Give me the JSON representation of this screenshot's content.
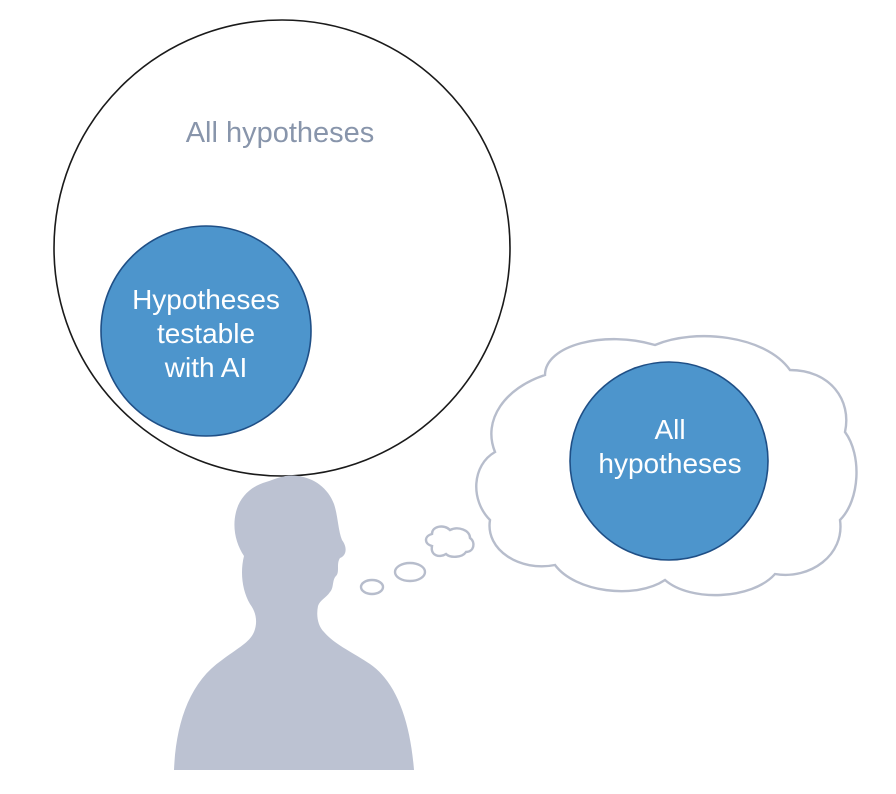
{
  "labels": {
    "outer_circle": "All hypotheses",
    "inner_circle": "Hypotheses\ntestable\nwith AI",
    "thought_circle": "All\nhypotheses"
  },
  "colors": {
    "outer_circle_stroke": "#1a1a1a",
    "outer_label": "#8895ab",
    "filled_circle": "#4d95cc",
    "filled_circle_stroke": "#1f4f86",
    "silhouette": "#bcc2d2",
    "cloud_stroke": "#b7bdcc",
    "white_text": "#ffffff"
  },
  "icons": {
    "person": "person-silhouette-icon",
    "thought": "thought-cloud-icon"
  }
}
